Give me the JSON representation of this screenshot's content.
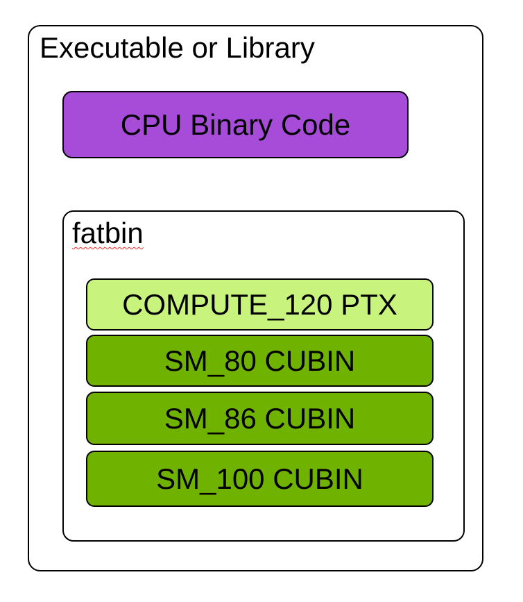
{
  "colors": {
    "background": "#ffffff",
    "border": "#000000",
    "text": "#000000",
    "cpu_fill": "#a74bd9",
    "ptx_fill": "#c8f47e",
    "cubin_fill": "#70b200",
    "squiggle": "#ff2b2b"
  },
  "diagram": {
    "title": "Executable or Library",
    "cpu_box_label": "CPU Binary Code",
    "fatbin": {
      "label": "fatbin",
      "items": [
        {
          "label": "COMPUTE_120 PTX",
          "kind": "ptx"
        },
        {
          "label": "SM_80 CUBIN",
          "kind": "cubin"
        },
        {
          "label": "SM_86 CUBIN",
          "kind": "cubin"
        },
        {
          "label": "SM_100 CUBIN",
          "kind": "cubin"
        }
      ]
    }
  }
}
